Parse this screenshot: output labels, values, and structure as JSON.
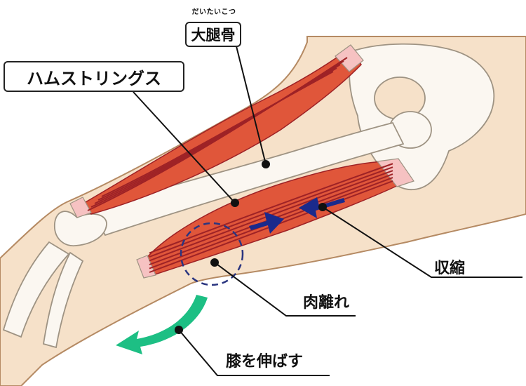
{
  "labels": {
    "femur_ruby": "だいたいこつ",
    "femur": "大腿骨",
    "hamstrings": "ハムストリングス",
    "contraction": "収縮",
    "muscle_tear": "肉離れ",
    "knee_extension": "膝を伸ばす"
  },
  "colors": {
    "skin": "#f6e1c9",
    "skin_outline": "#b58a63",
    "bone": "#fbf7f1",
    "bone_outline": "#9e9383",
    "muscle": "#e0563a",
    "muscle_line": "#9e2226",
    "tendon": "#f6c2c2",
    "arrow_blue": "#1b2a8c",
    "arrow_green": "#1dbf84",
    "dash_circle": "#2a3580"
  }
}
